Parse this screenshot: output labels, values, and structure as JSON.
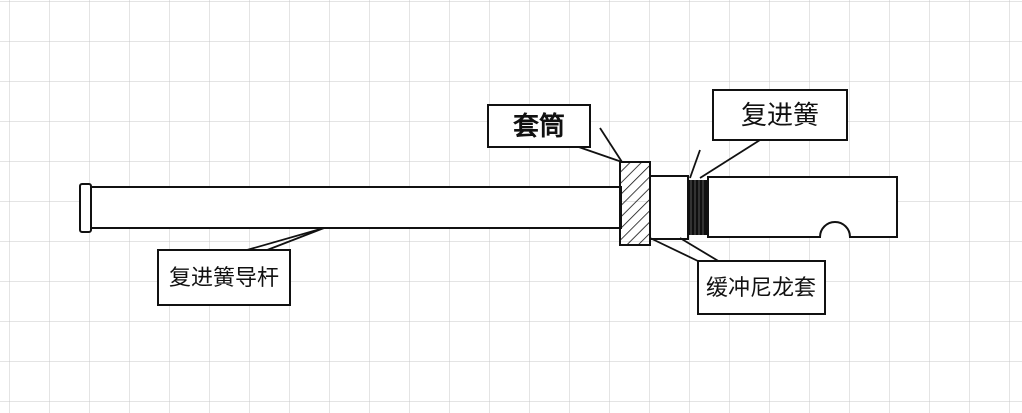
{
  "labels": {
    "sleeve": "套筒",
    "recoil_spring": "复进簧",
    "guide_rod": "复进簧导杆",
    "buffer_sleeve": "缓冲尼龙套"
  },
  "colors": {
    "grid": "#c9c9c9",
    "stroke": "#111111",
    "background": "#ffffff",
    "spring_fill": "#0f0f0f"
  }
}
